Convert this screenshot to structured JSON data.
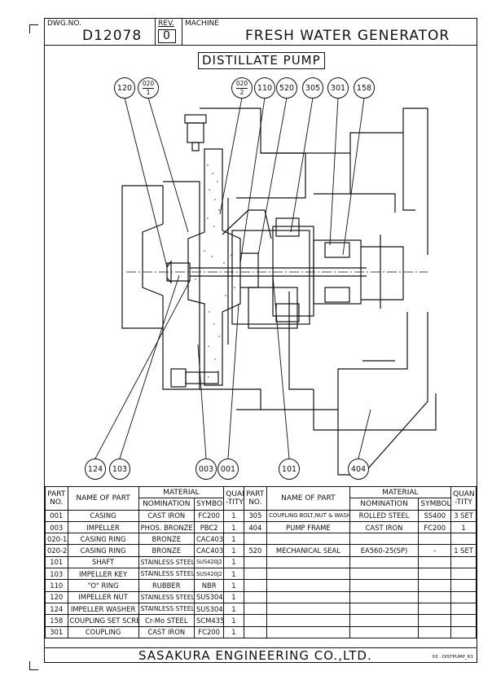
{
  "header": {
    "dwg_label": "DWG.NO.",
    "dwg_number": "D12078",
    "rev_label": "REV.",
    "rev_value": "0",
    "machine_label": "MACHINE",
    "machine_name": "FRESH WATER GENERATOR"
  },
  "drawing": {
    "title": "DISTILLATE PUMP",
    "callouts_top": [
      {
        "id": "120",
        "kind": "single"
      },
      {
        "id": "020",
        "sub": "1",
        "kind": "frac"
      },
      {
        "id": "020",
        "sub": "2",
        "kind": "frac"
      },
      {
        "id": "110",
        "kind": "single"
      },
      {
        "id": "520",
        "kind": "single"
      },
      {
        "id": "305",
        "kind": "single"
      },
      {
        "id": "301",
        "kind": "single"
      },
      {
        "id": "158",
        "kind": "single"
      }
    ],
    "callouts_bottom": [
      "124",
      "103",
      "003",
      "001",
      "101",
      "404"
    ]
  },
  "table": {
    "headers": {
      "part_no": "PART NO.",
      "part_no_l1": "PART",
      "part_no_l2": "NO.",
      "name": "NAME OF PART",
      "material": "MATERIAL",
      "nomination": "NOMINATION",
      "symbol": "SYMBOL",
      "quan_l1": "QUAN",
      "quan_l2": "-TITY"
    },
    "left_rows": [
      [
        "001",
        "CASING",
        "CAST IRON",
        "FC200",
        "1"
      ],
      [
        "003",
        "IMPELLER",
        "PHOS. BRONZE",
        "PBC2",
        "1"
      ],
      [
        "020-1",
        "CASING RING",
        "BRONZE",
        "CAC403",
        "1"
      ],
      [
        "020-2",
        "CASING RING",
        "BRONZE",
        "CAC403",
        "1"
      ],
      [
        "101",
        "SHAFT",
        "STAINLESS STEEL",
        "SUS420J2",
        "1"
      ],
      [
        "103",
        "IMPELLER KEY",
        "STAINLESS STEEL",
        "SUS420J2",
        "1"
      ],
      [
        "110",
        "\"O\" RING",
        "RUBBER",
        "NBR",
        "1"
      ],
      [
        "120",
        "IMPELLER NUT",
        "STAINLESS STEEL",
        "SUS304",
        "1"
      ],
      [
        "124",
        "IMPELLER WASHER",
        "STAINLESS STEEL",
        "SUS304",
        "1"
      ],
      [
        "158",
        "COUPLING SET SCREW",
        "Cr-Mo STEEL",
        "SCM435",
        "1"
      ],
      [
        "301",
        "COUPLING",
        "CAST IRON",
        "FC200",
        "1"
      ]
    ],
    "right_rows": [
      [
        "305",
        "COUPLING BOLT,NUT & WASHER",
        "ROLLED STEEL",
        "SS400",
        "3 SET"
      ],
      [
        "404",
        "PUMP FRAME",
        "CAST IRON",
        "FC200",
        "1"
      ],
      [
        "",
        "",
        "",
        "",
        ""
      ],
      [
        "520",
        "MECHANICAL SEAL",
        "EA560-25(SP)",
        "-",
        "1 SET"
      ],
      [
        "",
        "",
        "",
        "",
        ""
      ],
      [
        "",
        "",
        "",
        "",
        ""
      ],
      [
        "",
        "",
        "",
        "",
        ""
      ],
      [
        "",
        "",
        "",
        "",
        ""
      ],
      [
        "",
        "",
        "",
        "",
        ""
      ],
      [
        "",
        "",
        "",
        "",
        ""
      ],
      [
        "",
        "",
        "",
        "",
        ""
      ]
    ]
  },
  "footer": {
    "company": "SASAKURA ENGINEERING CO.,LTD.",
    "file_ref": "03 : DISTPUMP_R1"
  }
}
